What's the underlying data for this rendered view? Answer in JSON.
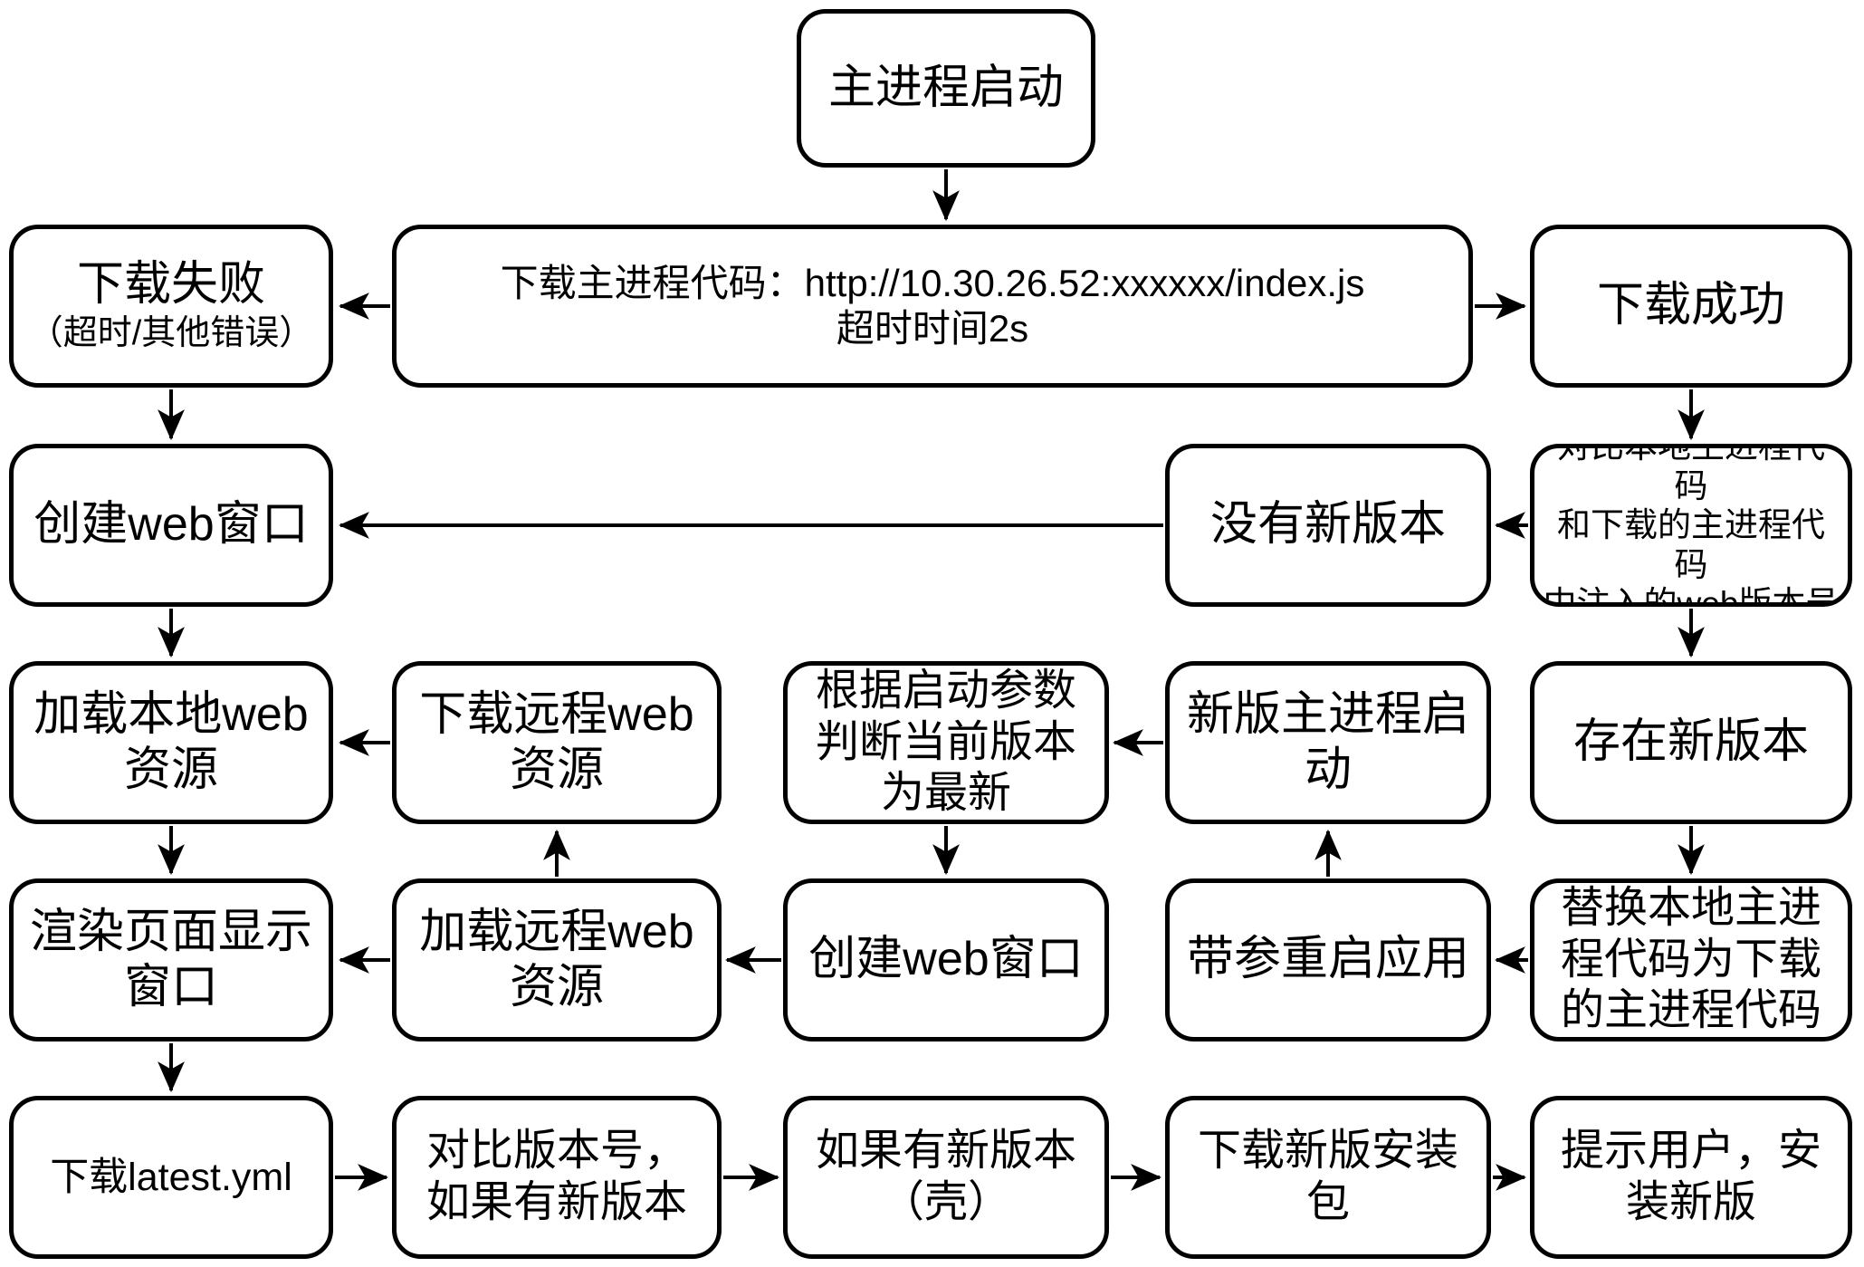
{
  "diagram": {
    "colors": {
      "stroke": "#000000",
      "background": "#ffffff"
    },
    "nodes": {
      "start": {
        "label": "主进程启动"
      },
      "download_fail": {
        "label": "下载失败",
        "subtitle": "（超时/其他错误）"
      },
      "download_code": {
        "label": "下载主进程代码：http://10.30.26.52:xxxxxx/index.js\n超时时间2s"
      },
      "download_success": {
        "label": "下载成功"
      },
      "create_web_window_1": {
        "label": "创建web窗口"
      },
      "no_new_version": {
        "label": "没有新版本"
      },
      "compare_web_version": {
        "label": "对比本地主进程代码\n和下载的主进程代码\n中注入的web版本号"
      },
      "load_local_web": {
        "label": "加载本地web\n资源"
      },
      "download_remote_web": {
        "label": "下载远程web\n资源"
      },
      "judge_latest": {
        "label": "根据启动参数\n判断当前版本\n为最新"
      },
      "new_main_start": {
        "label": "新版主进程启\n动"
      },
      "has_new_version": {
        "label": "存在新版本"
      },
      "render_page": {
        "label": "渲染页面显示\n窗口"
      },
      "load_remote_web": {
        "label": "加载远程web\n资源"
      },
      "create_web_window_2": {
        "label": "创建web窗口"
      },
      "restart_with_args": {
        "label": "带参重启应用"
      },
      "replace_local_code": {
        "label": "替换本地主进\n程代码为下载\n的主进程代码"
      },
      "download_latest_yml": {
        "label": "下载latest.yml"
      },
      "compare_version_number": {
        "label": "对比版本号，\n如果有新版本"
      },
      "if_new_version_shell": {
        "label": "如果有新版本\n（壳）"
      },
      "download_new_installer": {
        "label": "下载新版安装\n包"
      },
      "prompt_user_install": {
        "label": "提示用户，安\n装新版"
      }
    },
    "edges": [
      {
        "from": "start",
        "to": "download_code"
      },
      {
        "from": "download_code",
        "to": "download_fail"
      },
      {
        "from": "download_code",
        "to": "download_success"
      },
      {
        "from": "download_fail",
        "to": "create_web_window_1"
      },
      {
        "from": "download_success",
        "to": "compare_web_version"
      },
      {
        "from": "compare_web_version",
        "to": "no_new_version"
      },
      {
        "from": "no_new_version",
        "to": "create_web_window_1"
      },
      {
        "from": "create_web_window_1",
        "to": "load_local_web"
      },
      {
        "from": "compare_web_version",
        "to": "has_new_version"
      },
      {
        "from": "download_remote_web",
        "to": "load_local_web"
      },
      {
        "from": "new_main_start",
        "to": "judge_latest"
      },
      {
        "from": "load_local_web",
        "to": "render_page"
      },
      {
        "from": "has_new_version",
        "to": "replace_local_code"
      },
      {
        "from": "judge_latest",
        "to": "create_web_window_2"
      },
      {
        "from": "load_remote_web",
        "to": "download_remote_web"
      },
      {
        "from": "restart_with_args",
        "to": "new_main_start"
      },
      {
        "from": "create_web_window_2",
        "to": "load_remote_web"
      },
      {
        "from": "load_remote_web",
        "to": "render_page"
      },
      {
        "from": "replace_local_code",
        "to": "restart_with_args"
      },
      {
        "from": "render_page",
        "to": "download_latest_yml"
      },
      {
        "from": "download_latest_yml",
        "to": "compare_version_number"
      },
      {
        "from": "compare_version_number",
        "to": "if_new_version_shell"
      },
      {
        "from": "if_new_version_shell",
        "to": "download_new_installer"
      },
      {
        "from": "download_new_installer",
        "to": "prompt_user_install"
      }
    ]
  }
}
